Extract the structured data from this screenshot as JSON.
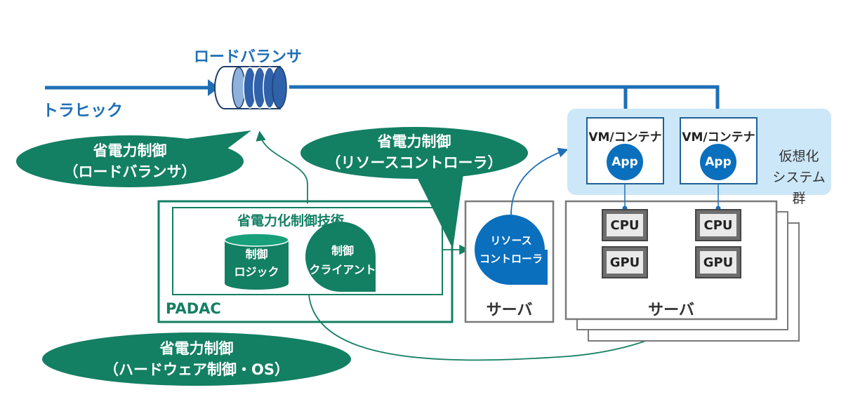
{
  "traffic_label": "トラヒック",
  "load_balancer_label": "ロードバランサ",
  "callouts": {
    "load_balancer": {
      "line1": "省電力制御",
      "line2": "（ロードバランサ）"
    },
    "resource": {
      "line1": "省電力制御",
      "line2": "（リソースコントローラ）"
    },
    "hardware": {
      "line1": "省電力制御",
      "line2": "（ハードウェア制御・OS）"
    }
  },
  "padac": {
    "name": "PADAC",
    "tech_title": "省電力化制御技術",
    "logic": {
      "line1": "制御",
      "line2": "ロジック"
    },
    "client": {
      "line1": "制御",
      "line2": "クライアント"
    }
  },
  "resource_server": {
    "controller": {
      "line1": "リソース",
      "line2": "コントローラ"
    },
    "label": "サーバ"
  },
  "virtualization": {
    "label_line1": "仮想化",
    "label_line2": "システム群",
    "vms": [
      {
        "title": "VM/コンテナ",
        "app": "App"
      },
      {
        "title": "VM/コンテナ",
        "app": "App"
      }
    ]
  },
  "main_server": {
    "label": "サーバ",
    "chips": [
      "CPU",
      "GPU",
      "CPU",
      "GPU"
    ]
  },
  "colors": {
    "blue": "#1e6fb6",
    "green": "#137f63",
    "light_blue": "#cce8f8"
  }
}
